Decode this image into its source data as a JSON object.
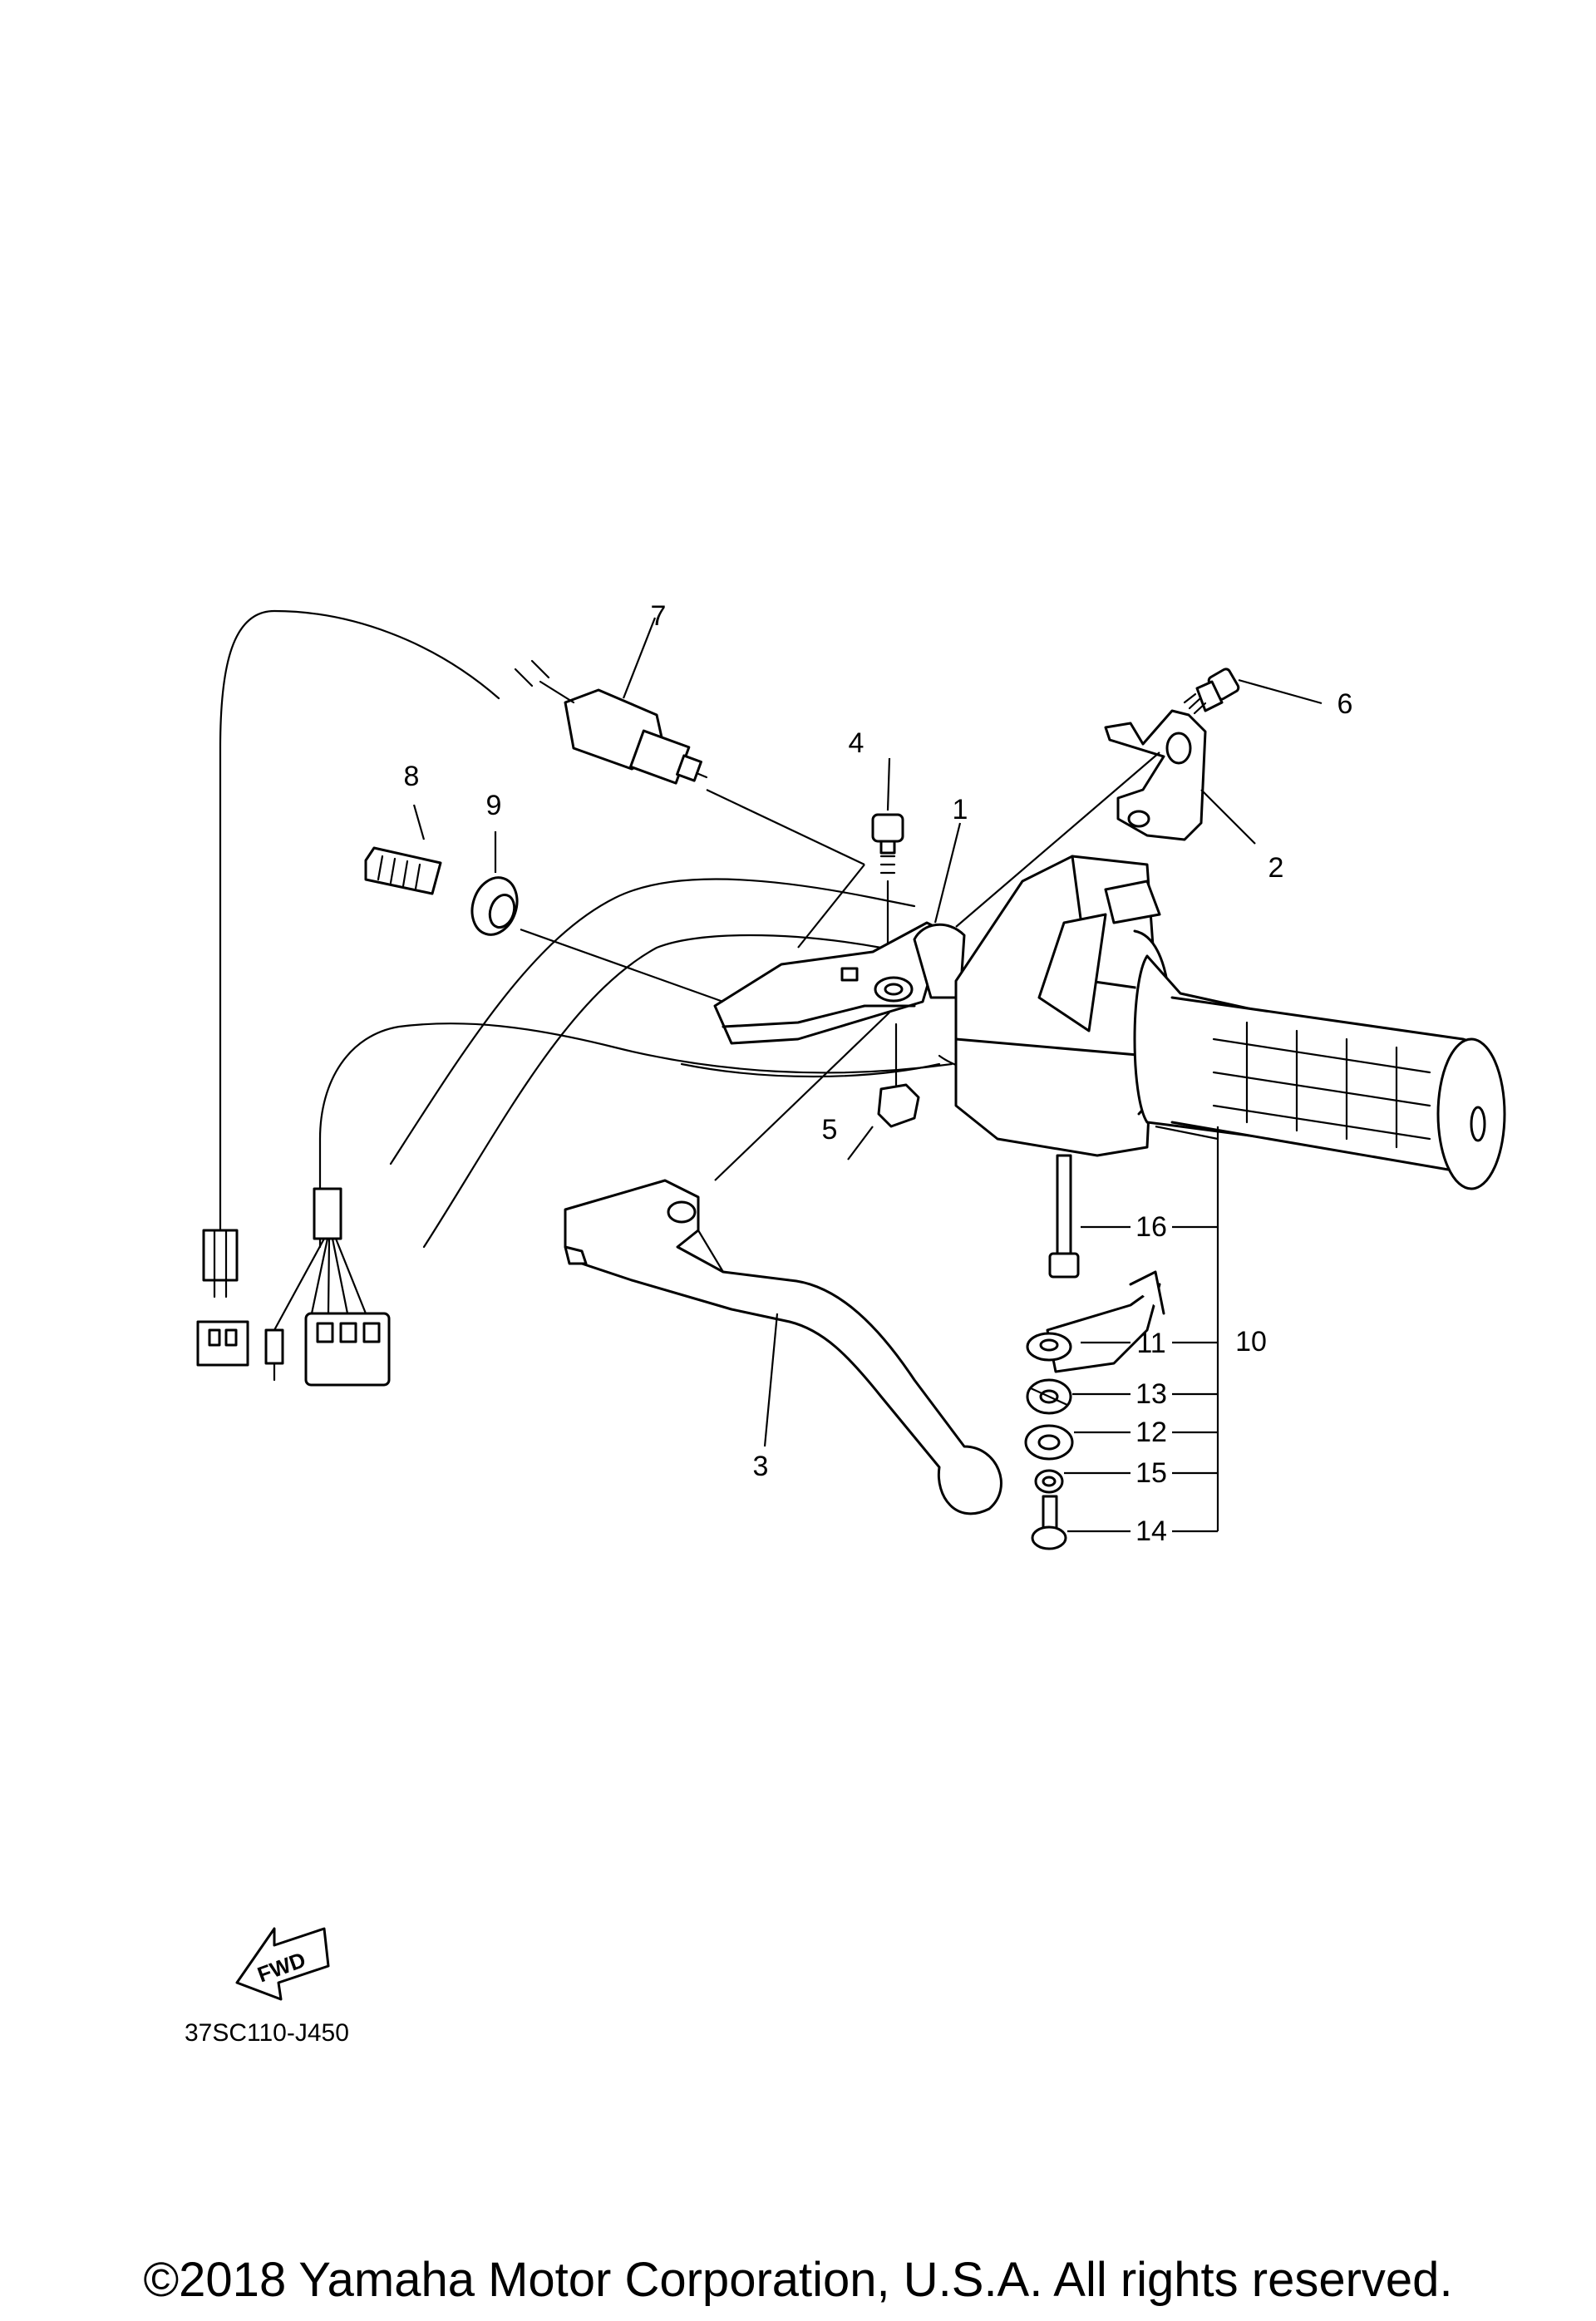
{
  "callouts": {
    "c1": "1",
    "c2": "2",
    "c3": "3",
    "c4": "4",
    "c5": "5",
    "c6": "6",
    "c7": "7",
    "c8": "8",
    "c9": "9",
    "c10": "10",
    "c11": "11",
    "c12": "12",
    "c13": "13",
    "c14": "14",
    "c15": "15",
    "c16": "16"
  },
  "fwd_label": "FWD",
  "diagram_code": "37SC110-J450",
  "copyright": "©2018 Yamaha Motor Corporation, U.S.A. All rights reserved."
}
